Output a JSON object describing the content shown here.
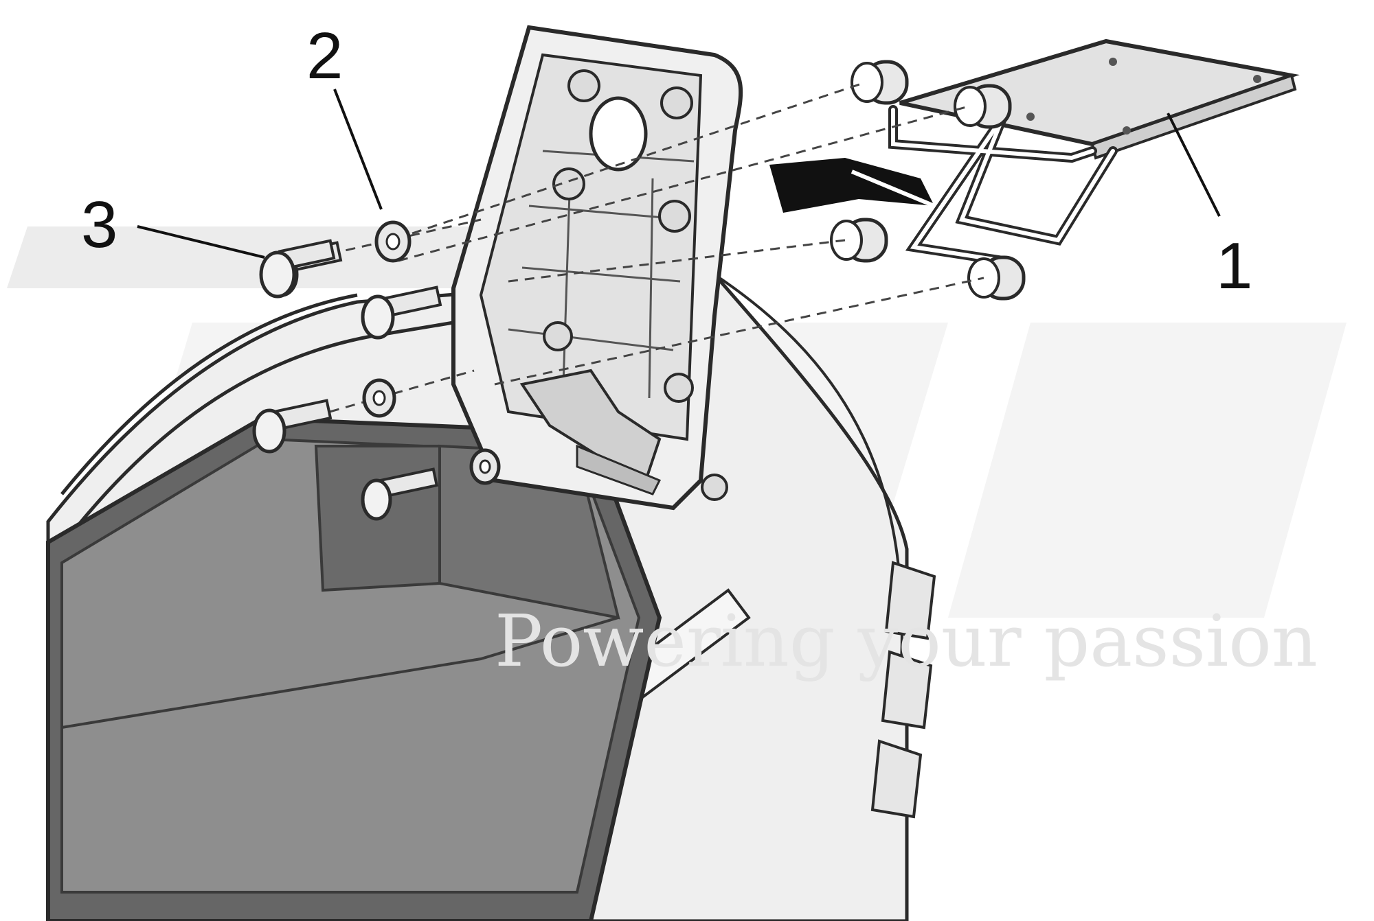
{
  "diagram": {
    "callouts": [
      {
        "id": "1",
        "label": "1"
      },
      {
        "id": "2",
        "label": "2"
      },
      {
        "id": "3",
        "label": "3"
      }
    ]
  },
  "watermark": {
    "tagline": "Powering your passion"
  },
  "colors": {
    "line": "#2a2a2a",
    "body_fill": "#eeeeee",
    "compartment_dark": "#5f5f5f",
    "compartment_mid": "#8a8a8a",
    "plate_fill": "#e2e2e2",
    "arrow": "#111111",
    "watermark": "#e4e4e4"
  }
}
